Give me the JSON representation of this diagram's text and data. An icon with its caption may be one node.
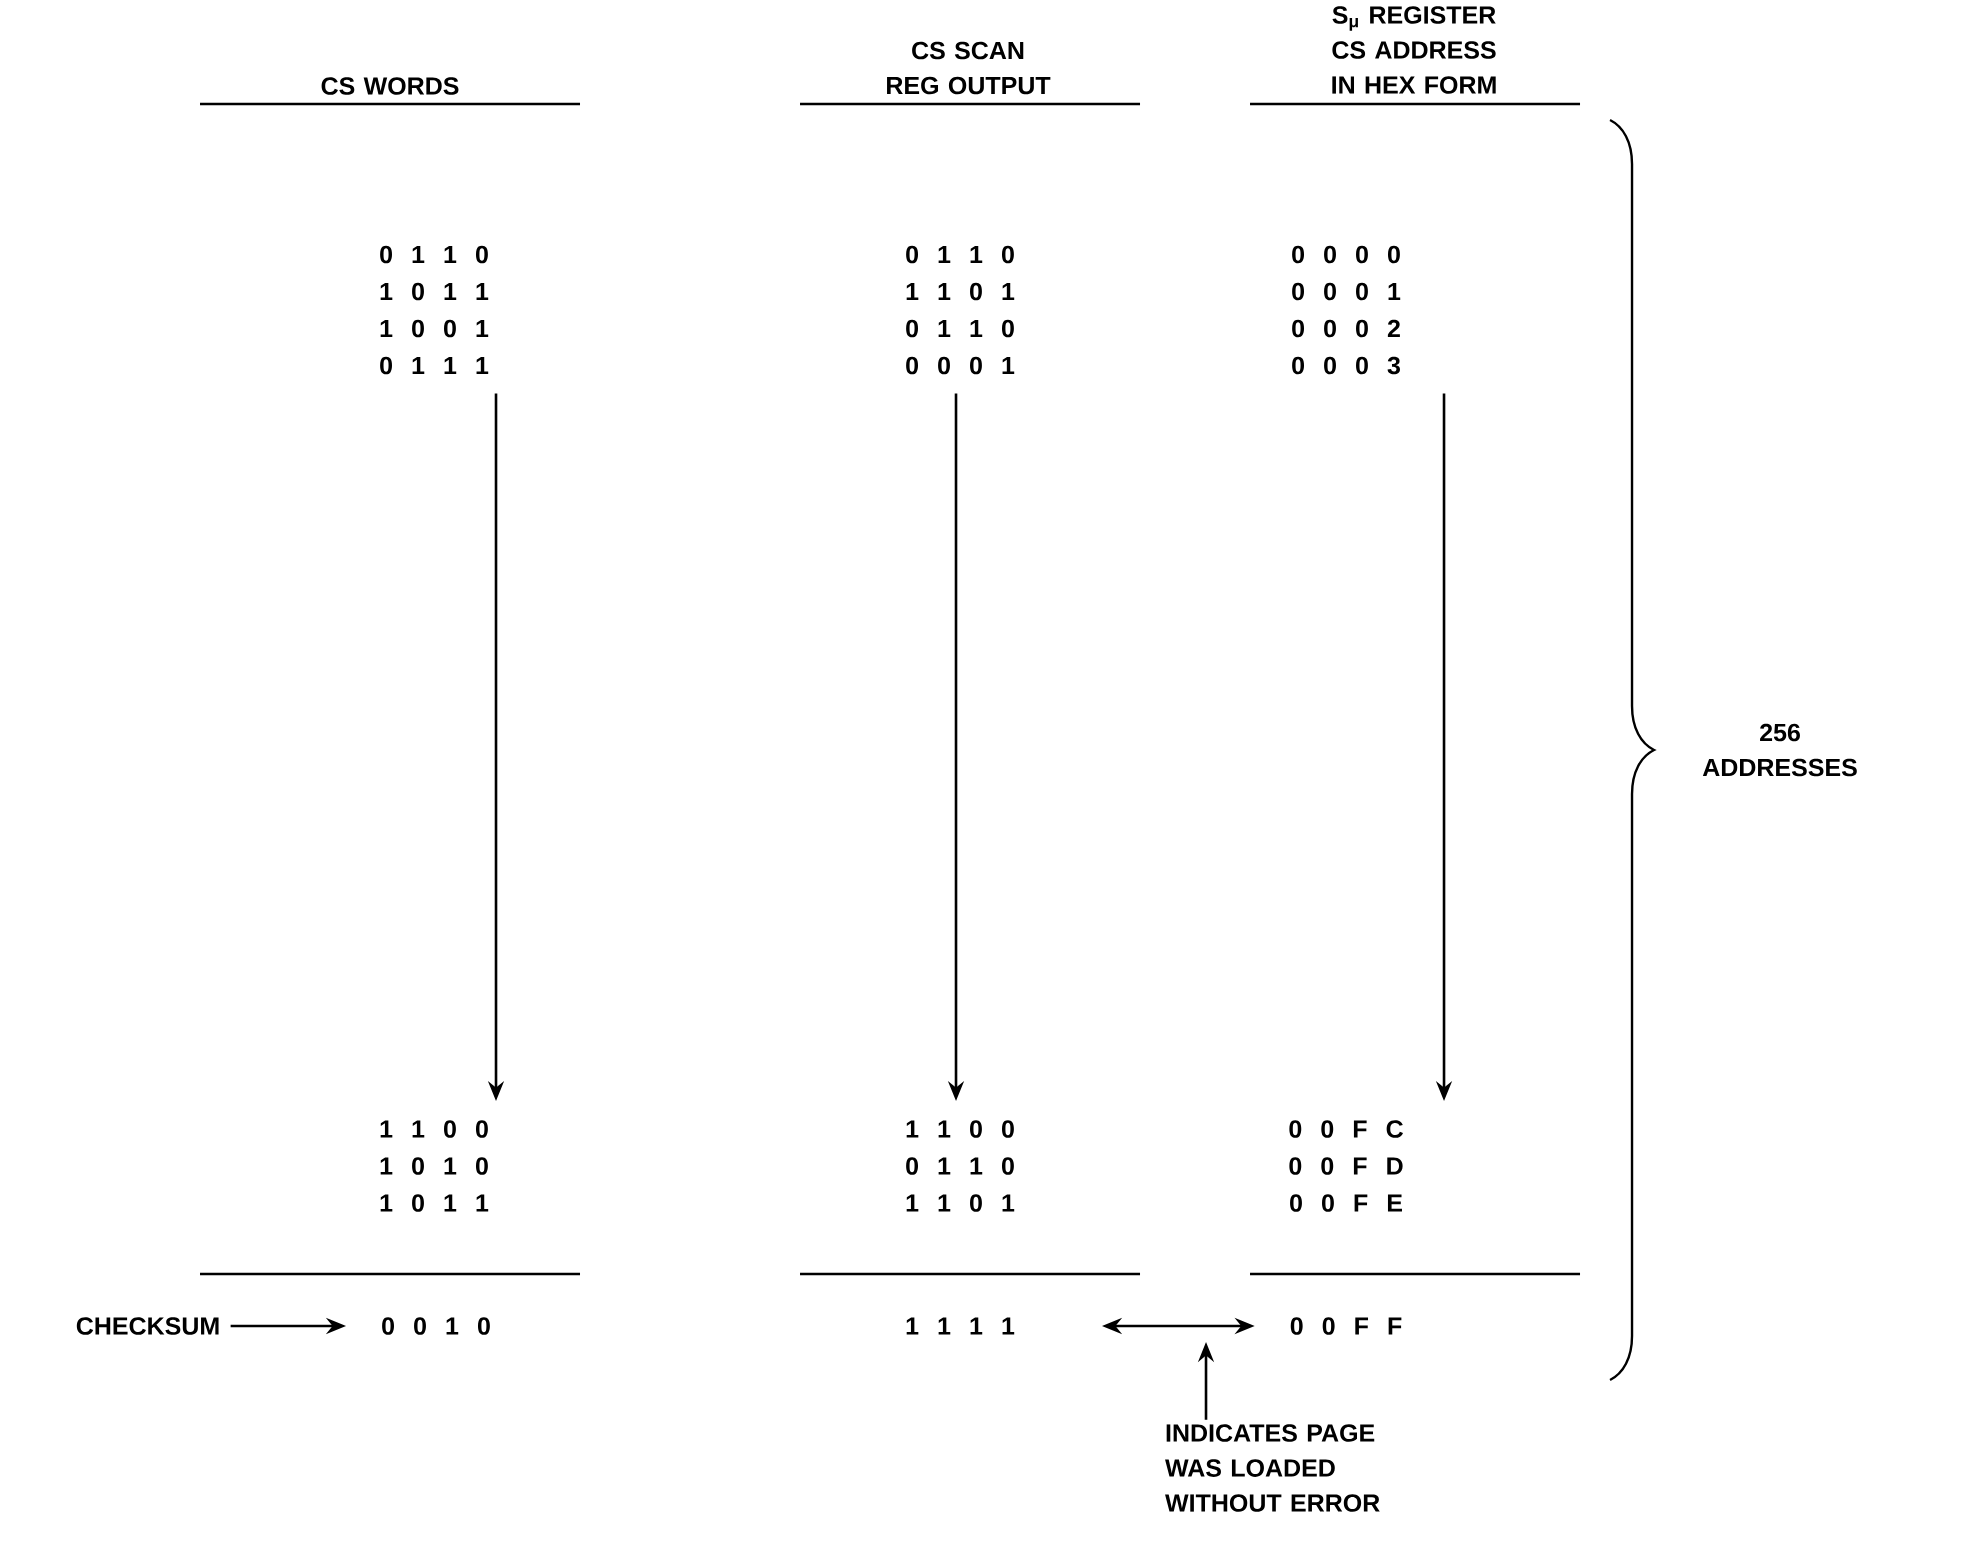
{
  "diagram": {
    "nodes": [
      {
        "text": [
          "0 1 1 0",
          "1 0 1 1",
          "1 0 0 1",
          "0 1 1 1"
        ]
      },
      {
        "text": [
          "1 1 0 0",
          "1 0 1 0",
          "1 0 1 1"
        ]
      },
      {
        "text": [
          "0 1 1 0",
          "1 1 0 1",
          "0 1 1 0",
          "0 0 0 1"
        ]
      },
      {
        "text": [
          "1 1 0 0",
          "0 1 1 0",
          "1 1 0 1"
        ]
      },
      {
        "text": [
          "0 0 0 0",
          "0 0 0 1",
          "0 0 0 2",
          "0 0 0 3"
        ]
      },
      {
        "text": [
          "0 0 F C",
          "0 0 F D",
          "0 0 F E"
        ]
      },
      {
        "text": [
          "CHECKSUM"
        ]
      },
      {
        "text": [
          "0 0 1 0"
        ]
      },
      {
        "text": [
          "1 1 1 1"
        ]
      },
      {
        "text": [
          "0 0 F F"
        ]
      },
      {
        "text": [
          "INDICATES PAGE WAS LOADED WITHOUT ERROR"
        ]
      }
    ],
    "edges": [
      {
        "from": 0,
        "to": 1,
        "arrow": "to"
      },
      {
        "from": 2,
        "to": 3,
        "arrow": "to"
      },
      {
        "from": 4,
        "to": 5,
        "arrow": "to"
      },
      {
        "from": 6,
        "to": 7,
        "arrow": "to"
      },
      {
        "from": 8,
        "to": 9,
        "arrow": "both"
      },
      {
        "from": 10,
        "to": null,
        "arrow": "to"
      }
    ],
    "labels": [
      "CS WORDS",
      "CS SCAN REG OUTPUT",
      "S$_{μ}$ REGISTER CS ADDRESS IN HEX FORM",
      "256 ADDRESSES"
    ]
  }
}
